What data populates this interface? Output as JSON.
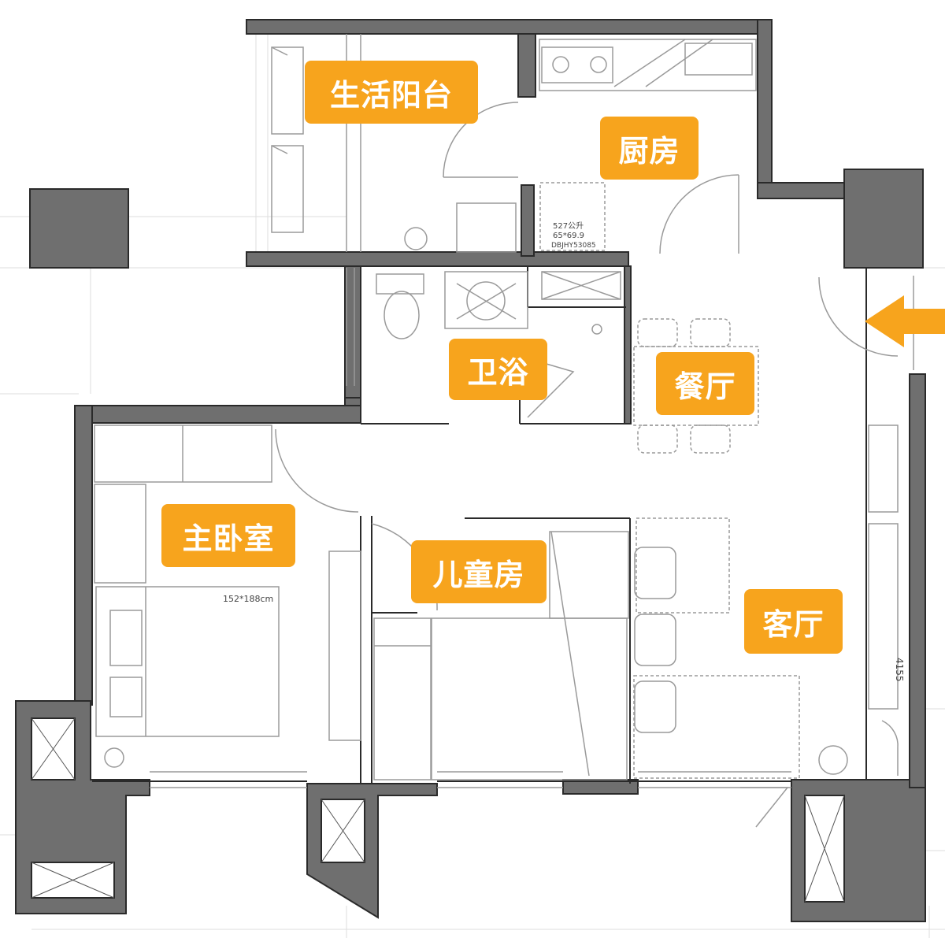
{
  "rooms": {
    "service_balcony": "生活阳台",
    "kitchen": "厨房",
    "bathroom": "卫浴",
    "dining_room": "餐厅",
    "master_bedroom": "主卧室",
    "kids_room": "儿童房",
    "living_room": "客厅"
  },
  "annotations": {
    "bed_size": "152*188cm",
    "fridge_line1": "527公升",
    "fridge_line2": "65*69.9",
    "fridge_line3": "DBJHY53085",
    "wall_dim": "4155"
  },
  "colors": {
    "wall": "#6f6f6f",
    "wall_outline": "#2a2a2a",
    "label_bg": "#f7a41d",
    "entry_arrow": "#f7a41d",
    "furniture_line": "#9a9a9a"
  }
}
